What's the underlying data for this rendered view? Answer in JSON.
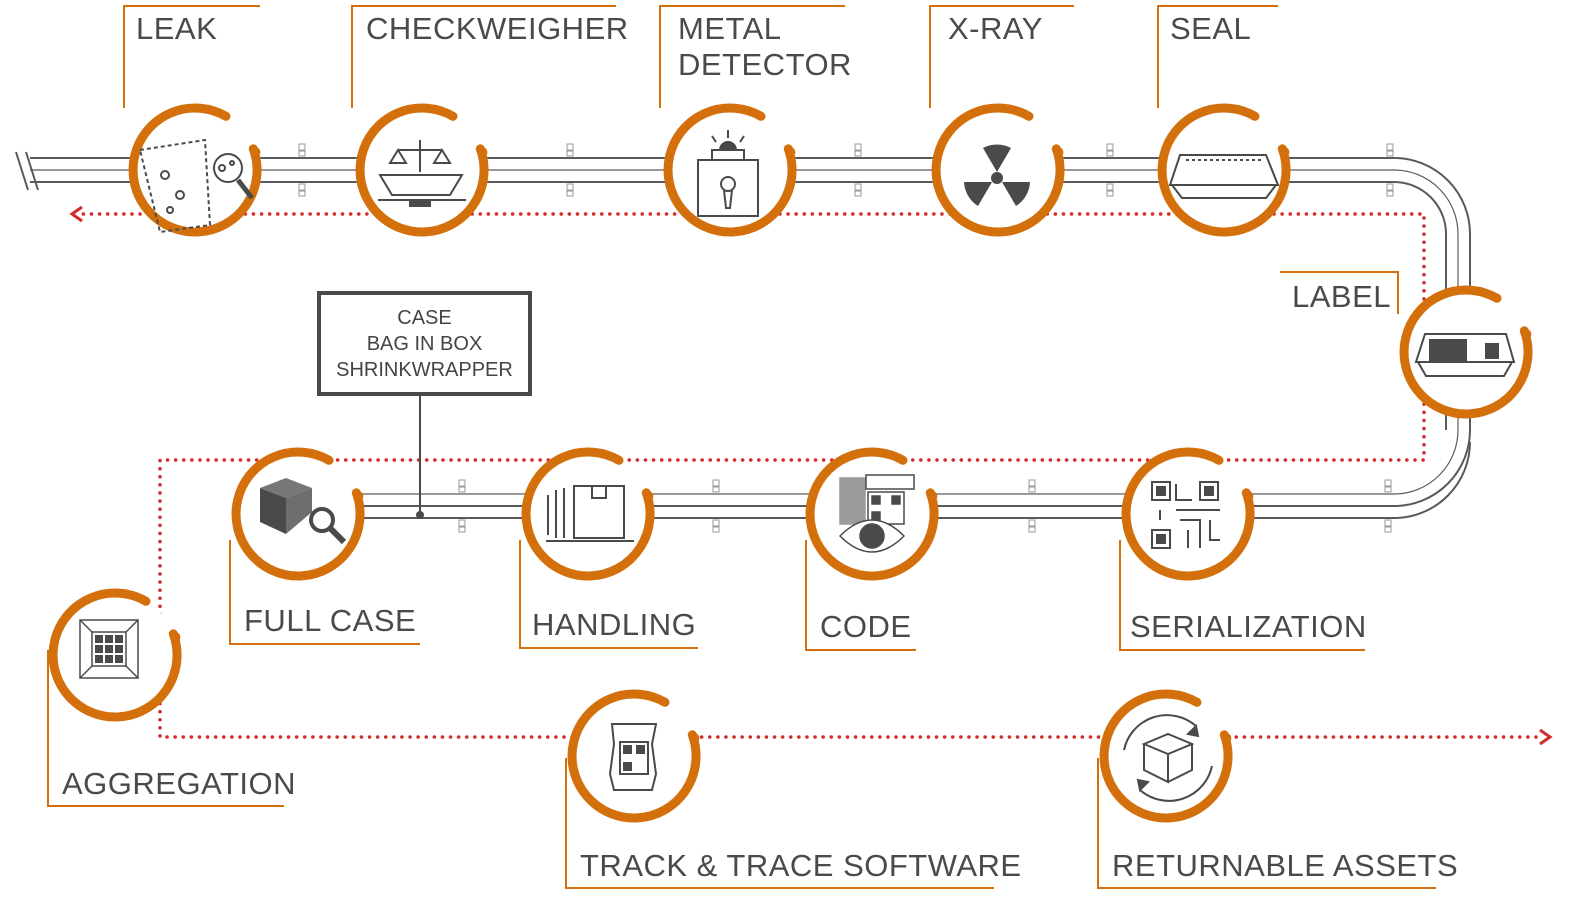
{
  "colors": {
    "accent": "#d4700c",
    "flow": "#d42a2a",
    "line": "#5a5a5a",
    "icon": "#4a4a4a"
  },
  "stations": [
    {
      "id": "leak",
      "label": "LEAK",
      "icon": "leak-bag-magnifier-icon"
    },
    {
      "id": "checkweigher",
      "label": "CHECKWEIGHER",
      "icon": "scale-icon"
    },
    {
      "id": "metal_detector",
      "label_lines": [
        "METAL",
        "DETECTOR"
      ],
      "icon": "metal-detector-icon"
    },
    {
      "id": "xray",
      "label": "X-RAY",
      "icon": "radiation-icon"
    },
    {
      "id": "seal",
      "label": "SEAL",
      "icon": "sealed-tray-icon"
    },
    {
      "id": "label",
      "label": "LABEL",
      "icon": "labeled-tray-icon"
    },
    {
      "id": "serialization",
      "label": "SERIALIZATION",
      "icon": "qr-code-icon"
    },
    {
      "id": "code",
      "label": "CODE",
      "icon": "code-eye-icon"
    },
    {
      "id": "handling",
      "label": "HANDLING",
      "icon": "box-handling-icon"
    },
    {
      "id": "full_case",
      "label": "FULL CASE",
      "icon": "box-inspect-icon"
    },
    {
      "id": "aggregation",
      "label": "AGGREGATION",
      "icon": "aggregation-grid-icon"
    },
    {
      "id": "track_trace",
      "label": "TRACK & TRACE SOFTWARE",
      "icon": "package-qr-icon"
    },
    {
      "id": "returnable_assets",
      "label": "RETURNABLE ASSETS",
      "icon": "box-cycle-icon"
    }
  ],
  "case_box": {
    "lines": [
      "CASE",
      "BAG IN BOX",
      "SHRINKWRAPPER"
    ]
  }
}
